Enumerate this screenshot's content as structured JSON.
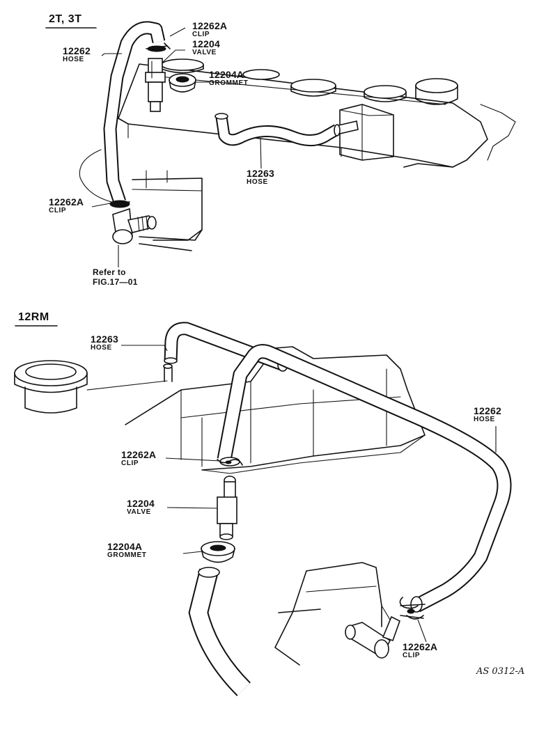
{
  "sections": {
    "top": {
      "title": "2T, 3T"
    },
    "bottom": {
      "title": "12RM"
    }
  },
  "top_parts": [
    {
      "part_no": "12262A",
      "desc": "CLIP"
    },
    {
      "part_no": "12204",
      "desc": "VALVE"
    },
    {
      "part_no": "12262",
      "desc": "HOSE"
    },
    {
      "part_no": "12204A",
      "desc": "GROMMET"
    },
    {
      "part_no": "12263",
      "desc": "HOSE"
    },
    {
      "part_no": "12262A",
      "desc": "CLIP"
    }
  ],
  "reference": {
    "line1": "Refer to",
    "line2": "FIG.17—01"
  },
  "bottom_parts": [
    {
      "part_no": "12263",
      "desc": "HOSE"
    },
    {
      "part_no": "12262",
      "desc": "HOSE"
    },
    {
      "part_no": "12262A",
      "desc": "CLIP"
    },
    {
      "part_no": "12204",
      "desc": "VALVE"
    },
    {
      "part_no": "12204A",
      "desc": "GROMMET"
    },
    {
      "part_no": "12262A",
      "desc": "CLIP"
    }
  ],
  "catalog_code": "AS 0312-A",
  "colors": {
    "ink": "#111111",
    "paper": "#ffffff"
  }
}
